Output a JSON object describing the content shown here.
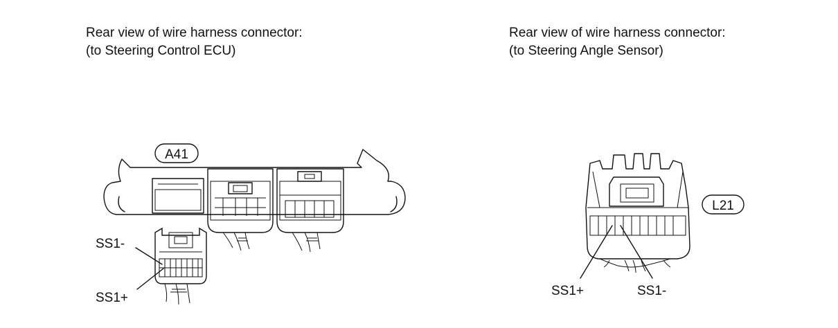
{
  "left_view": {
    "title_line1": "Rear view of wire harness connector:",
    "title_line2": "(to Steering Control ECU)",
    "connector_id": "A41",
    "pin_upper": "SS1-",
    "pin_lower": "SS1+"
  },
  "right_view": {
    "title_line1": "Rear view of wire harness connector:",
    "title_line2": "(to Steering Angle Sensor)",
    "connector_id": "L21",
    "pin_left": "SS1+",
    "pin_right": "SS1-"
  }
}
